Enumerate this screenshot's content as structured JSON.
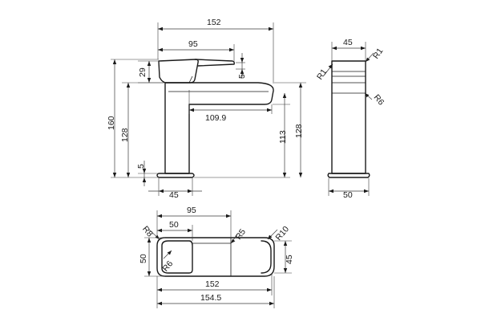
{
  "front_view": {
    "overall_width": "152",
    "handle_length": "95",
    "spout_reach": "109.9",
    "handle_height": "29",
    "handle_gap": "5",
    "total_height": "160",
    "body_height_left": "128",
    "body_height_right": "128",
    "spout_height": "113",
    "base_height": "5",
    "base_width": "45"
  },
  "side_view": {
    "width_top": "45",
    "radius_top_left": "R1",
    "radius_top_right": "R1",
    "radius_bottom": "R6",
    "base_width": "50"
  },
  "top_view": {
    "handle_length": "95",
    "handle_inner": "50",
    "radius_handle": "R8",
    "radius_spout": "R5",
    "radius_end": "R10",
    "radius_inner": "R6",
    "depth_left": "50",
    "depth_right": "45",
    "length": "152",
    "overall_length": "154.5"
  }
}
